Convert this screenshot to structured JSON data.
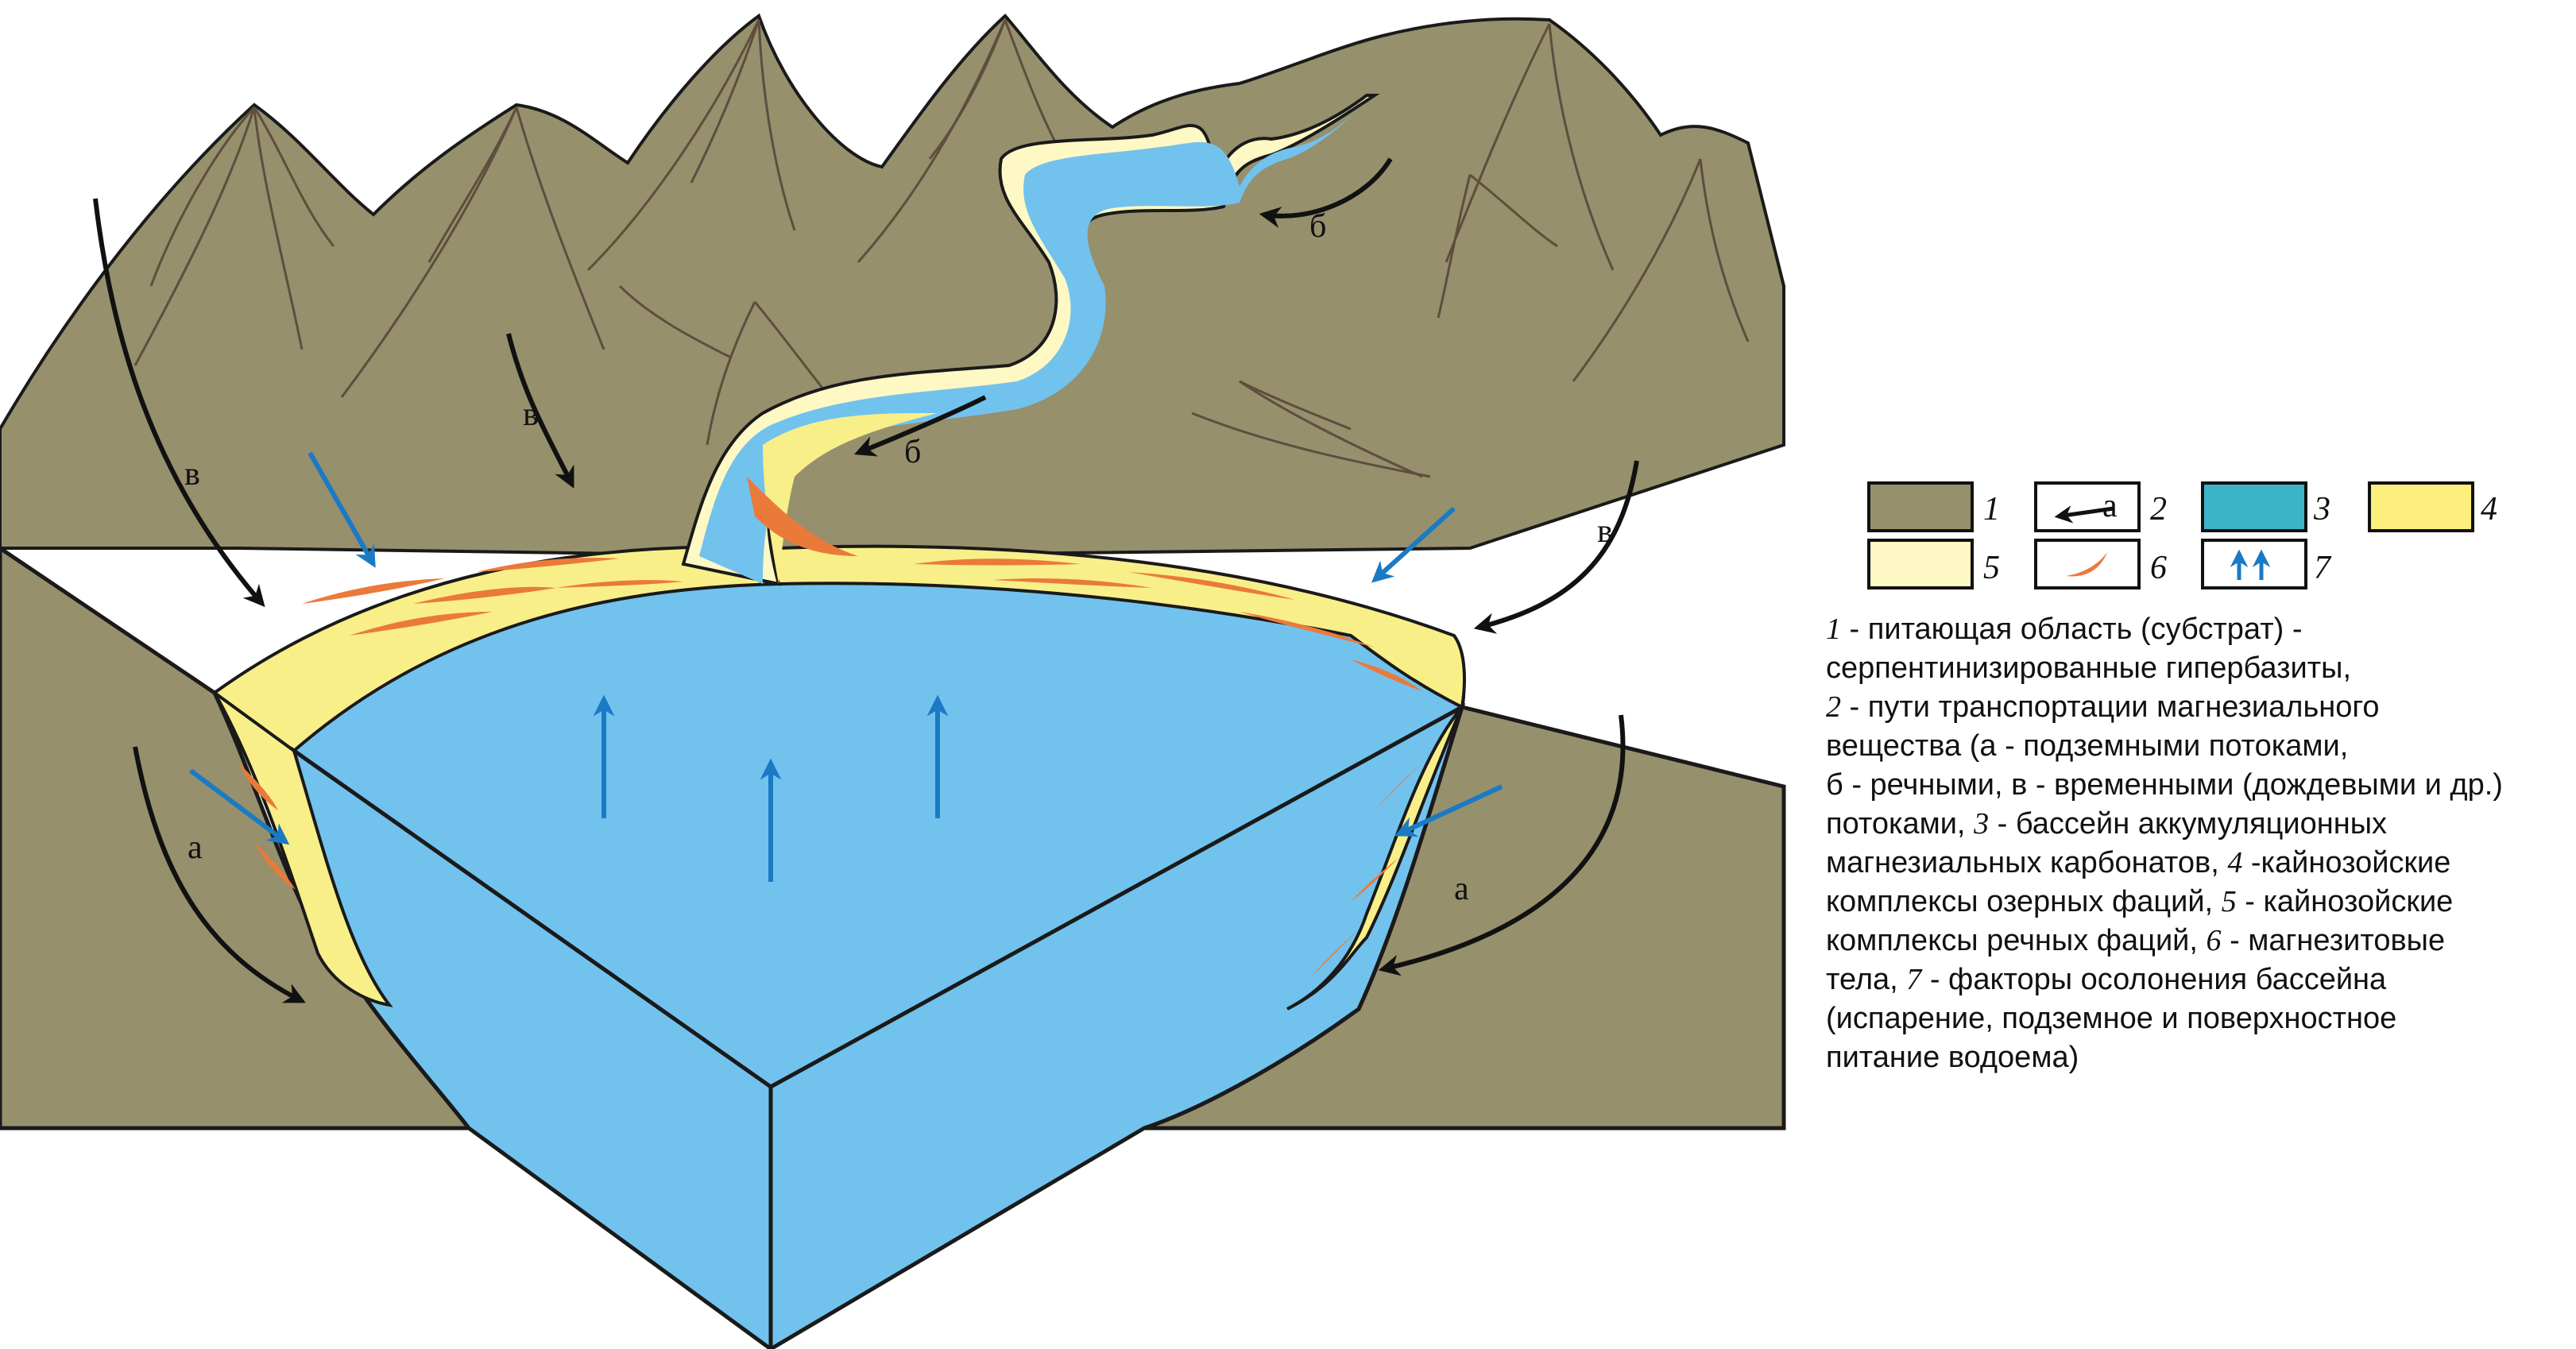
{
  "labels": {
    "v1": "в",
    "v2": "в",
    "v3": "в",
    "b1": "б",
    "b2": "б",
    "a1": "а",
    "a2": "а"
  },
  "colors": {
    "substrate": "#96906d",
    "basin": "#72c2ee",
    "lake_facies": "#f8ef88",
    "river_facies": "#fdf8c4",
    "magnesite": "#ea7a3a",
    "blue_arrow": "#1a7ac4",
    "outline": "#1a1a1a",
    "ridge_lines": "#5e4e3e"
  },
  "legend": {
    "items": [
      {
        "num": "1",
        "fill": "#96906d"
      },
      {
        "num": "2",
        "symbol": "black-arrow",
        "letter": "а"
      },
      {
        "num": "3",
        "fill": "#3cb4c8"
      },
      {
        "num": "4",
        "fill": "#fbee7c"
      },
      {
        "num": "5",
        "fill": "#fdf8c4"
      },
      {
        "num": "6",
        "symbol": "orange-lens"
      },
      {
        "num": "7",
        "symbol": "blue-up-arrows"
      }
    ],
    "description": [
      {
        "num": "1",
        "text": " - питающая область (субстрат) -"
      },
      {
        "text": "серпентинизированные гипербазиты,"
      },
      {
        "num": "2",
        "text": " - пути транспортации магнезиального"
      },
      {
        "text": "вещества (а - подземными потоками,"
      },
      {
        "text": "б - речными, в - временными (дождевыми и др.)"
      },
      {
        "text": " потоками, ",
        "num2": "3",
        "text2": " - бассейн аккумуляционных"
      },
      {
        "text": "магнезиальных карбонатов, ",
        "num2": "4",
        "text2": " -кайнозойские"
      },
      {
        "text": "комплексы озерных фаций, ",
        "num2": "5",
        "text2": " - кайнозойские"
      },
      {
        "text": "комплексы речных фаций, ",
        "num2": "6",
        "text2": " - магнезитовые"
      },
      {
        "text": "тела, ",
        "num2": "7",
        "text2": " - факторы осолонения бассейна"
      },
      {
        "text": "(испарение, подземное и поверхностное"
      },
      {
        "text": "питание водоема)"
      }
    ]
  }
}
